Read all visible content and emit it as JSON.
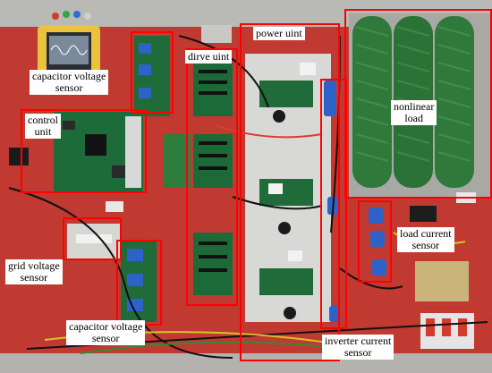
{
  "labels": {
    "capacitor_voltage_top": "capacitor voltage\nsensor",
    "drive_unit": "dirve uint",
    "power_unit": "power uint",
    "nonlinear_load": "nonlinear\nload",
    "control_unit": "control\nunit",
    "load_current": "load current\nsensor",
    "grid_voltage": "grid voltage\nsensor",
    "capacitor_voltage_bottom": "capacitor voltage\nsensor",
    "inverter_current": "inverter current\nsensor"
  },
  "colors": {
    "box": "#ff0000",
    "board": "#1e6b3a",
    "resistor": "#2f7a3a",
    "bench": "#c8392f"
  }
}
